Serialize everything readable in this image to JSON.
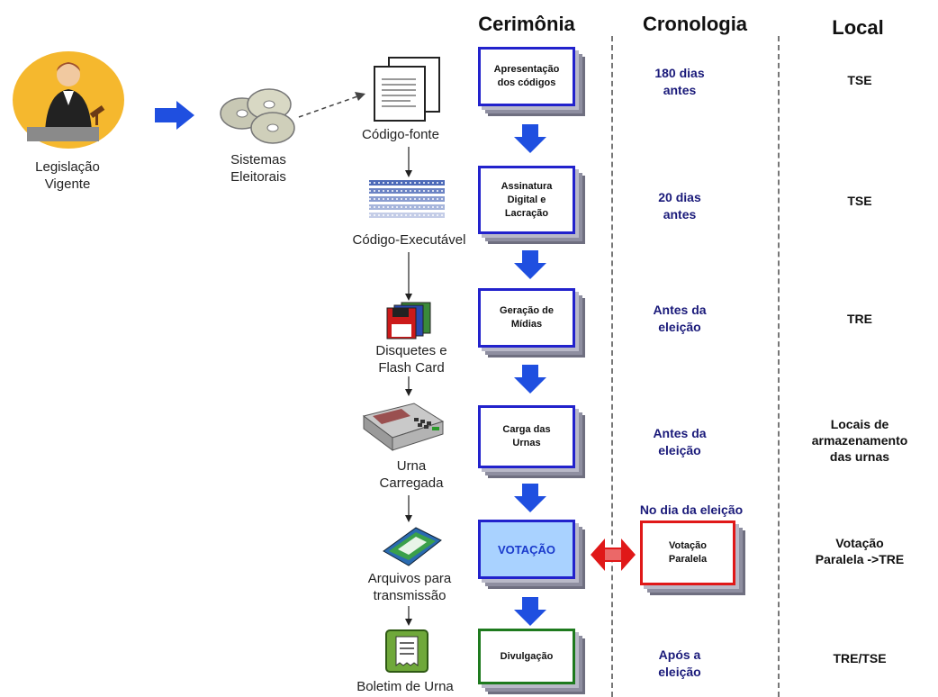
{
  "headers": {
    "cerimonia": "Cerimônia",
    "cronologia": "Cronologia",
    "local": "Local"
  },
  "left": {
    "legislacao": "Legislação\nVigente",
    "sistemas": "Sistemas\nEleitorais"
  },
  "artifacts": [
    {
      "label": "Código-fonte"
    },
    {
      "label": "Código-Executável"
    },
    {
      "label": "Disquetes e\nFlash Card"
    },
    {
      "label": "Urna\nCarregada"
    },
    {
      "label": "Arquivos para\ntransmissão"
    },
    {
      "label": "Boletim de Urna"
    }
  ],
  "ceremonies": [
    {
      "label": "Apresentação\ndos códigos"
    },
    {
      "label": "Assinatura\nDigital e\nLacração"
    },
    {
      "label": "Geração de\nMídias"
    },
    {
      "label": "Carga das\nUrnas"
    },
    {
      "label": "VOTAÇÃO"
    },
    {
      "label": "Divulgação"
    }
  ],
  "chronology": [
    "180 dias\nantes",
    "20 dias\nantes",
    "Antes da\neleição",
    "Antes da\neleição",
    "No dia da eleição",
    "Após a\neleição"
  ],
  "parallel": {
    "label": "Votação\nParalela"
  },
  "locals": [
    "TSE",
    "TSE",
    "TRE",
    "Locais de\narmazenamento\ndas urnas",
    "Votação\nParalela ->TRE",
    "TRE/TSE"
  ],
  "colors": {
    "ceremony_border": "#2222cc",
    "votacao_fill": "#a9d2ff",
    "parallel_border": "#e01818",
    "divulgacao_border": "#1e7a1e",
    "arrow_blue": "#1f4fe0",
    "arrow_red": "#e01818",
    "chron_text": "#1a1a7a"
  }
}
